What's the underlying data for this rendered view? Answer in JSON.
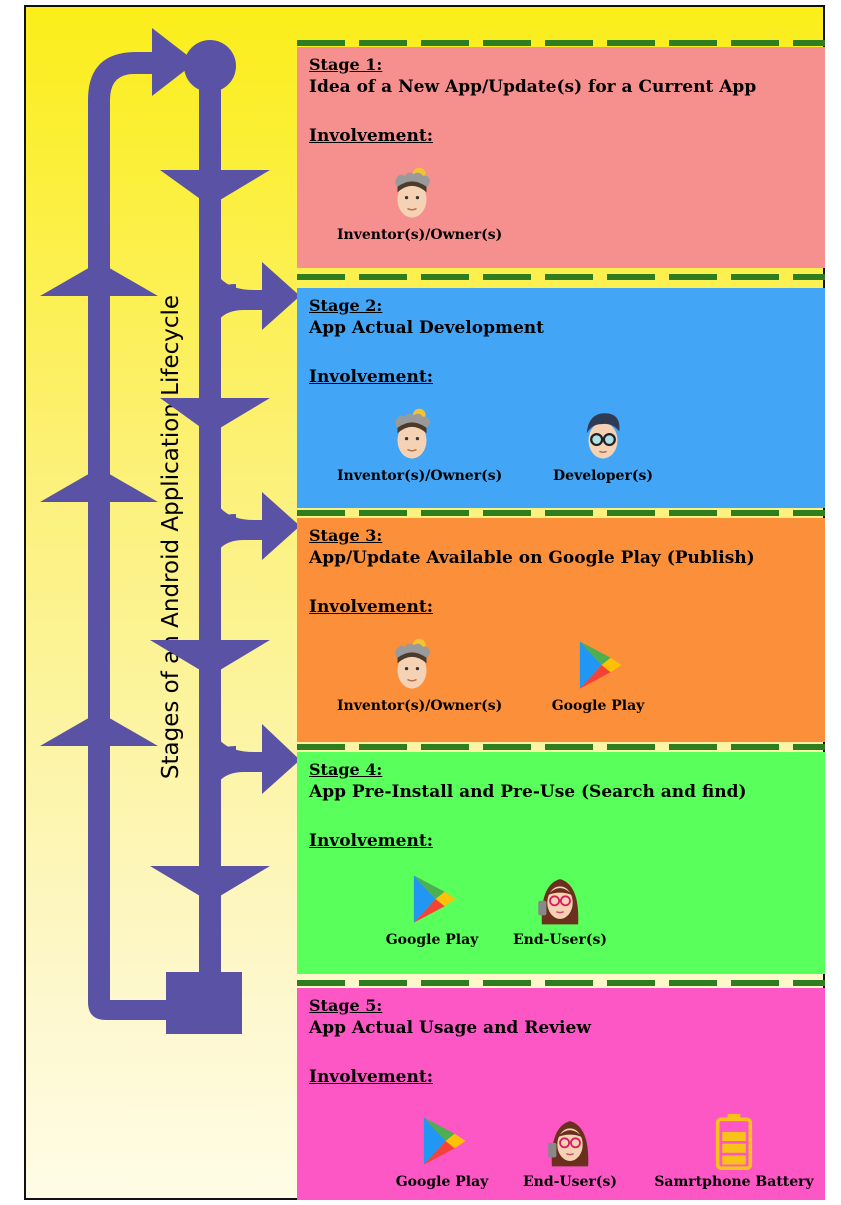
{
  "title": "Stages of an Android Application Lifecycle",
  "involvement_label": "Involvement:",
  "colors": {
    "flow_arrow": "#5a52a5",
    "stage1_bg": "#f6908f",
    "stage2_bg": "#42a5f5",
    "stage3_bg": "#fb8f3a",
    "stage4_bg": "#59ff5a",
    "stage5_bg": "#fd57c5",
    "divider": "#2e7d1e"
  },
  "stages": [
    {
      "number": "Stage 1:",
      "description": "Idea of a New App/Update(s) for a Current App",
      "actors": [
        {
          "name": "Inventor(s)/Owner(s)",
          "icon": "inventor-icon"
        }
      ]
    },
    {
      "number": "Stage 2:",
      "description": "App Actual Development",
      "actors": [
        {
          "name": "Inventor(s)/Owner(s)",
          "icon": "inventor-icon"
        },
        {
          "name": "Developer(s)",
          "icon": "developer-icon"
        }
      ]
    },
    {
      "number": "Stage 3:",
      "description": "App/Update Available on Google Play (Publish)",
      "actors": [
        {
          "name": "Inventor(s)/Owner(s)",
          "icon": "inventor-icon"
        },
        {
          "name": "Google Play",
          "icon": "google-play-icon"
        }
      ]
    },
    {
      "number": "Stage 4:",
      "description": "App Pre-Install and Pre-Use (Search and find)",
      "actors": [
        {
          "name": "Google Play",
          "icon": "google-play-icon"
        },
        {
          "name": "End-User(s)",
          "icon": "end-user-icon"
        }
      ]
    },
    {
      "number": "Stage 5:",
      "description": "App Actual Usage and Review",
      "actors": [
        {
          "name": "Google Play",
          "icon": "google-play-icon"
        },
        {
          "name": "End-User(s)",
          "icon": "end-user-icon"
        },
        {
          "name": "Samrtphone Battery",
          "icon": "battery-icon"
        }
      ]
    }
  ]
}
